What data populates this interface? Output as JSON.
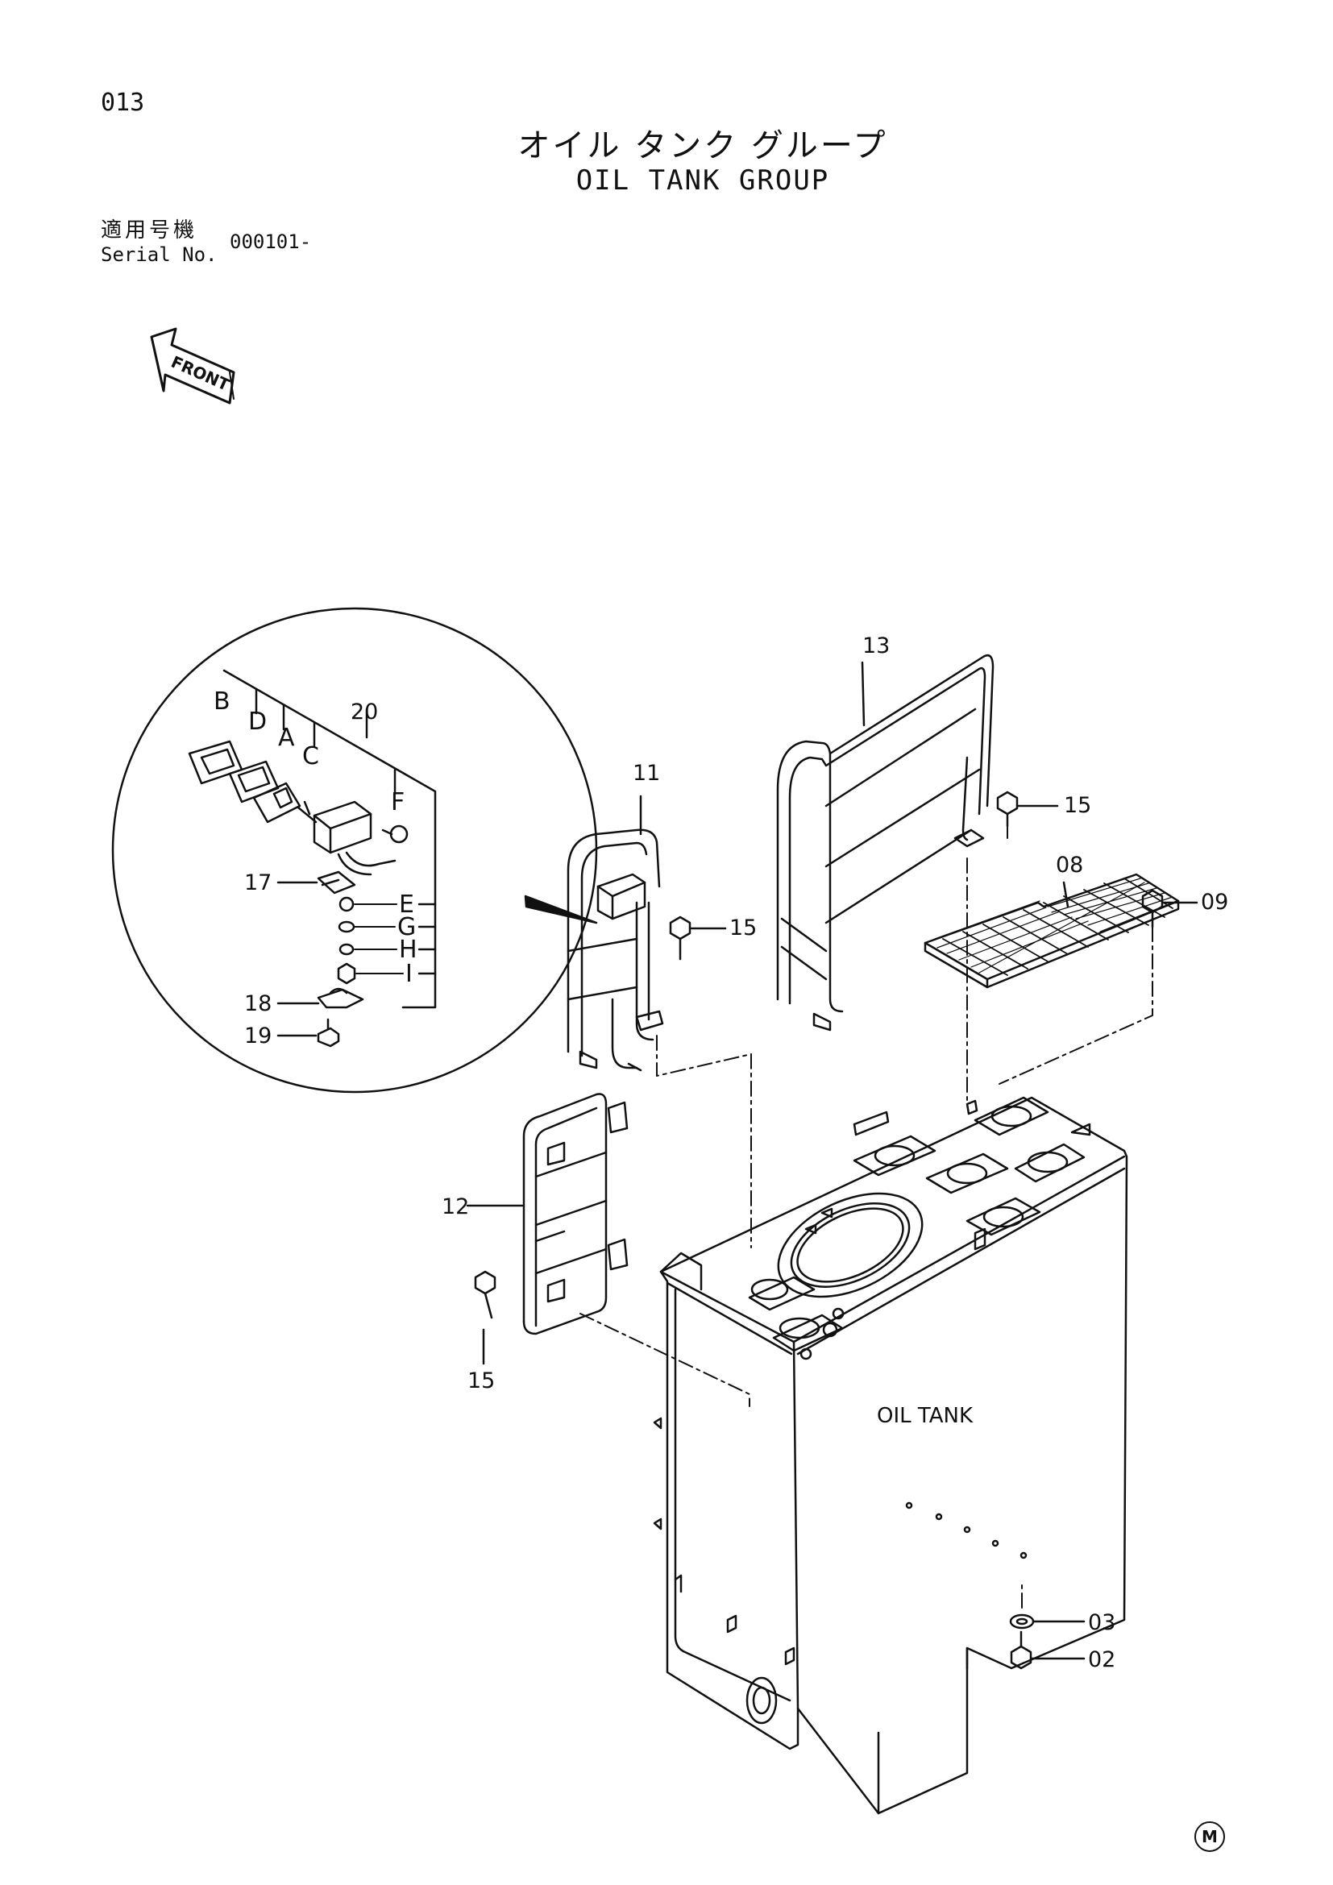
{
  "page": {
    "number": "013",
    "title_jp": "オイル タンク グループ",
    "title_en": "OIL TANK GROUP",
    "serial_label_jp": "適用号機",
    "serial_label_en": "Serial No.",
    "serial_value": "000101-",
    "manufacturer_mark": "M"
  },
  "front_indicator": {
    "label": "FRONT"
  },
  "tank_label": "OIL TANK",
  "callouts": {
    "c02": "02",
    "c03": "03",
    "c08": "08",
    "c09": "09",
    "c11": "11",
    "c12": "12",
    "c13": "13",
    "c15a": "15",
    "c15b": "15",
    "c15c": "15",
    "c17": "17",
    "c18": "18",
    "c19": "19",
    "c20": "20",
    "cA": "A",
    "cB": "B",
    "cC": "C",
    "cD": "D",
    "cE": "E",
    "cF": "F",
    "cG": "G",
    "cH": "H",
    "cI": "I"
  },
  "colors": {
    "ink": "#111111",
    "paper": "#ffffff"
  }
}
